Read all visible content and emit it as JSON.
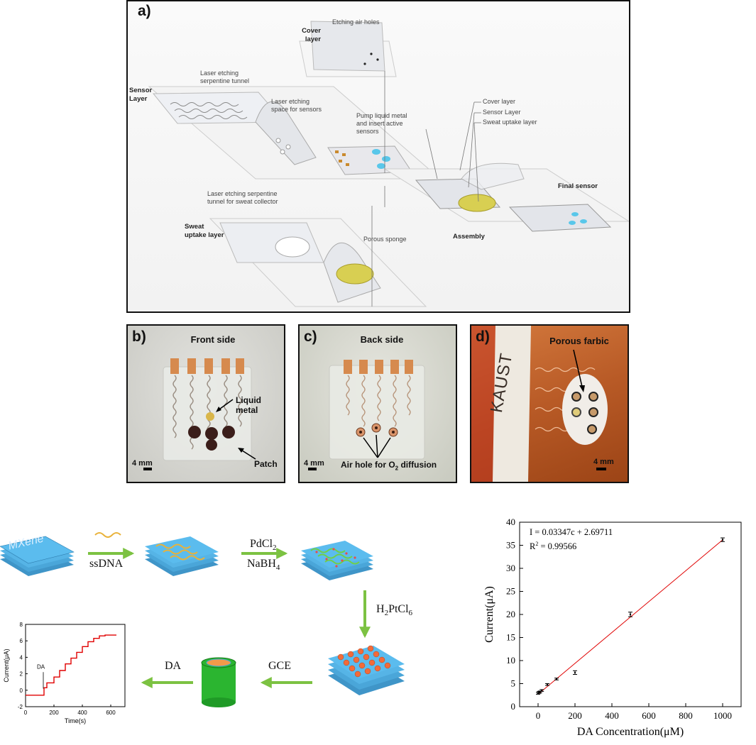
{
  "panel_a": {
    "label": "a)",
    "labels": {
      "cover_layer": "Cover layer",
      "etching_air_holes": "Etching air holes",
      "sensor_layer": "Sensor Layer",
      "laser_serpentine": "Laser etching serpentine tunnel",
      "laser_space": "Laser etching space for sensors",
      "pump_liquid": "Pump liquid metal and insert active sensors",
      "sweat_uptake_layer": "Sweat uptake layer",
      "laser_sweat": "Laser etching serpentine tunnel for sweat collector",
      "porous_sponge": "Porous sponge",
      "stack_cover": "Cover layer",
      "stack_sensor": "Sensor Layer",
      "stack_sweat": "Sweat uptake layer",
      "final_sensor": "Final sensor",
      "assembly": "Assembly"
    }
  },
  "panel_b": {
    "label": "b)",
    "title": "Front side",
    "liquid_metal": "Liquid metal",
    "patch": "Patch",
    "scale": "4 mm"
  },
  "panel_c": {
    "label": "c)",
    "title": "Back side",
    "air_hole": "Air hole for O",
    "sub": "2",
    "air_hole_rest": " diffusion",
    "scale": "4 mm"
  },
  "panel_d": {
    "label": "d)",
    "title": "Porous farbic",
    "kaust": "KAUST",
    "scale": "4 mm"
  },
  "scheme": {
    "mxene": "MXene",
    "ssdna": "ssDNA",
    "pdcl2": "PdCl",
    "pdcl2_sub": "2",
    "nabh4": "NaBH",
    "nabh4_sub": "4",
    "h2ptcl6_a": "H",
    "h2ptcl6_sub1": "2",
    "h2ptcl6_b": "PtCl",
    "h2ptcl6_sub2": "6",
    "gce": "GCE",
    "da": "DA"
  },
  "chart_data": [
    {
      "type": "line",
      "role": "inset amperometric i-t curve",
      "xlabel": "Time(s)",
      "ylabel": "Current(μA)",
      "xlim": [
        0,
        700
      ],
      "ylim": [
        -2,
        8
      ],
      "xticks": [
        0,
        200,
        400,
        600
      ],
      "yticks": [
        -2,
        0,
        2,
        4,
        6,
        8
      ],
      "annotation": "DA",
      "x": [
        0,
        130,
        130,
        150,
        150,
        200,
        200,
        240,
        240,
        280,
        280,
        320,
        320,
        360,
        360,
        400,
        400,
        440,
        440,
        480,
        480,
        520,
        520,
        560,
        560,
        590,
        590,
        640
      ],
      "y": [
        -0.6,
        -0.6,
        0.3,
        0.3,
        0.9,
        0.9,
        1.6,
        1.6,
        2.4,
        2.4,
        3.2,
        3.2,
        3.9,
        3.9,
        4.6,
        4.6,
        5.3,
        5.3,
        5.9,
        5.9,
        6.3,
        6.3,
        6.6,
        6.6,
        6.7,
        6.7,
        6.7,
        6.7
      ],
      "color": "#e00000"
    },
    {
      "type": "scatter",
      "role": "calibration plot",
      "xlabel": "DA Concentration(μM)",
      "ylabel": "Current(μA)",
      "xlim": [
        -100,
        1100
      ],
      "ylim": [
        0,
        40
      ],
      "xticks": [
        0,
        200,
        400,
        600,
        800,
        1000
      ],
      "yticks": [
        0,
        5,
        10,
        15,
        20,
        25,
        30,
        35,
        40
      ],
      "equation": "I = 0.03347c + 2.69711",
      "r2_label": "R",
      "r2_sup": "2",
      "r2_value": " = 0.99566",
      "points": [
        {
          "x": 0,
          "y": 2.9,
          "err": 0.2
        },
        {
          "x": 5,
          "y": 3.1,
          "err": 0.2
        },
        {
          "x": 10,
          "y": 3.2,
          "err": 0.2
        },
        {
          "x": 20,
          "y": 3.5,
          "err": 0.2
        },
        {
          "x": 50,
          "y": 4.8,
          "err": 0.2
        },
        {
          "x": 100,
          "y": 6.0,
          "err": 0.2
        },
        {
          "x": 200,
          "y": 7.4,
          "err": 0.4
        },
        {
          "x": 500,
          "y": 20.0,
          "err": 0.5
        },
        {
          "x": 1000,
          "y": 36.2,
          "err": 0.4
        }
      ],
      "fit": {
        "slope": 0.03347,
        "intercept": 2.69711,
        "x_range": [
          0,
          1000
        ],
        "color": "#e00000"
      }
    }
  ]
}
